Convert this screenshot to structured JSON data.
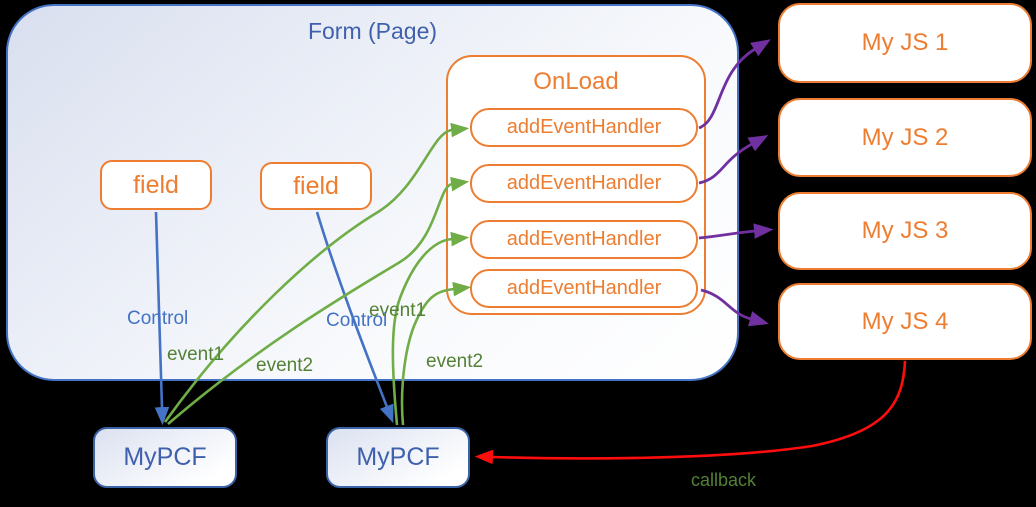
{
  "form": {
    "title": "Form (Page)"
  },
  "fields": [
    {
      "label": "field"
    },
    {
      "label": "field"
    }
  ],
  "onload": {
    "title": "OnLoad",
    "handlers": [
      {
        "label": "addEventHandler"
      },
      {
        "label": "addEventHandler"
      },
      {
        "label": "addEventHandler"
      },
      {
        "label": "addEventHandler"
      }
    ]
  },
  "js_modules": [
    {
      "label": "My JS 1"
    },
    {
      "label": "My JS 2"
    },
    {
      "label": "My JS 3"
    },
    {
      "label": "My JS 4"
    }
  ],
  "pcf": [
    {
      "label": "MyPCF"
    },
    {
      "label": "MyPCF"
    }
  ],
  "edge_labels": {
    "control1": "Control",
    "control2": "Control",
    "event1a": "event1",
    "event2a": "event2",
    "event1b": "event1",
    "event2b": "event2",
    "callback": "callback"
  },
  "colors": {
    "blue": "#4472C4",
    "orange": "#ED7D31",
    "green": "#70AD47",
    "green_label": "#538135",
    "purple": "#7030A0",
    "red": "#FF0D0D",
    "title_blue": "#3F61AD",
    "background": "#000000"
  }
}
